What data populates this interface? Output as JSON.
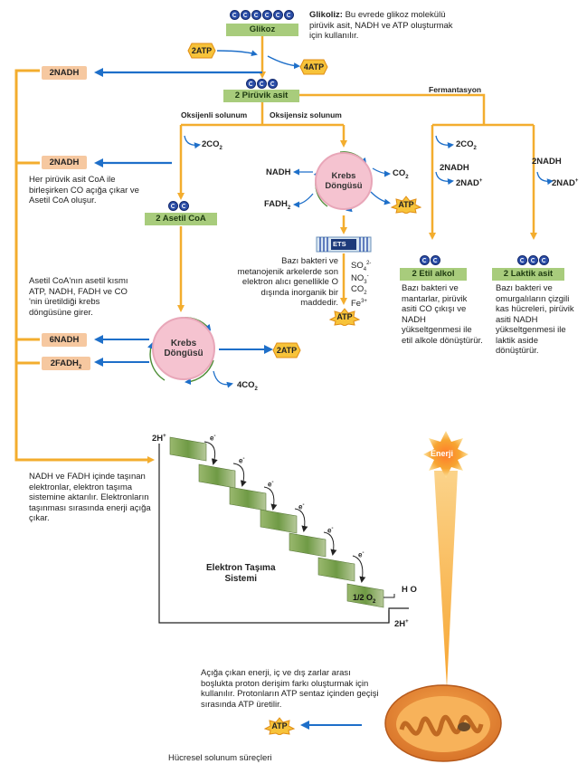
{
  "glucose": {
    "label": "Glikoz"
  },
  "glycolysis_note": {
    "title": "Glikoliz:",
    "text": "Bu evrede glikoz molekülü pirüvik asit, NADH ve ATP oluşturmak için kullanılır."
  },
  "atp_in": "2ATP",
  "atp_out": "4ATP",
  "nadh_top": "2NADH",
  "pyruvate": {
    "label": "2 Pirüvik asit"
  },
  "fermentation_label": "Fermantasyon",
  "aerobic_label": "Oksijenli solunum",
  "anaerobic_label": "Oksijensiz solunum",
  "co2_aerobic": "2CO",
  "nadh_acetyl": "2NADH",
  "acetyl_note": "Her pirüvik asit CoA ile birleşirken CO  açığa çıkar ve Asetil CoA oluşur.",
  "acetyl_coa": {
    "label": "2 Asetil CoA"
  },
  "krebs_note": "Asetil CoA'nın asetil kısmı ATP, NADH, FADH  ve CO 'nin üretildiği krebs döngüsüne girer.",
  "krebs_main": {
    "line1": "Krebs",
    "line2": "Döngüsü"
  },
  "nadh6": "6NADH",
  "fadh2": "2FADH",
  "krebs_atp": "2ATP",
  "krebs_co2": "4CO",
  "anaer_krebs": {
    "line1": "Krebs",
    "line2": "Döngüsü",
    "nadh": "NADH",
    "fadh": "FADH",
    "co2": "CO",
    "atp": "ATP"
  },
  "ets_chip": "ETS",
  "ets_acceptors": [
    "SO",
    "NO",
    "CO",
    "Fe"
  ],
  "ets_note": "Bazı bakteri ve metanojenik arkelerde son elektron alıcı genellikle O  dışında inorganik bir maddedir.",
  "ets_atp": "ATP",
  "ferm_a": {
    "co2": "2CO",
    "nadh": "2NADH",
    "nad": "2NAD",
    "product": "2 Etil alkol",
    "note": "Bazı bakteri ve mantarlar, pirüvik asiti CO  çıkışı ve NADH yükseltgenmesi ile etil alkole dönüştürür."
  },
  "ferm_b": {
    "nadh": "2NADH",
    "nad": "2NAD",
    "product": "2 Laktik asit",
    "note": "Bazı bakteri ve omurgalıların çizgili kas hücreleri, pirüvik asiti NADH yükseltgenmesi ile laktik aside dönüştürür."
  },
  "etc_note": "NADH ve FADH  içinde taşınan elektronlar, elektron taşıma sistemine aktarılır. Elektronların taşınması sırasında enerji açığa çıkar.",
  "etc": {
    "h_top": "2H",
    "electron": "e",
    "title1": "Elektron Taşıma",
    "title2": "Sistemi",
    "oxygen": "1/2 O",
    "water": "H O",
    "h_bottom": "2H"
  },
  "energy_label": "Enerji",
  "mito_note": "Açığa çıkan enerji, iç ve dış zarlar arası boşlukta proton derişim farkı oluşturmak için kullanılır. Protonların ATP sentaz içinden geçişi sırasında ATP üretilir.",
  "mito_atp": "ATP",
  "caption": "Hücresel solunum süreçleri",
  "colors": {
    "arrow_orange": "#f3ad2e",
    "arrow_blue": "#1e6fc9",
    "box_green": "#a8cc7c",
    "box_peach": "#f6c8a0"
  }
}
